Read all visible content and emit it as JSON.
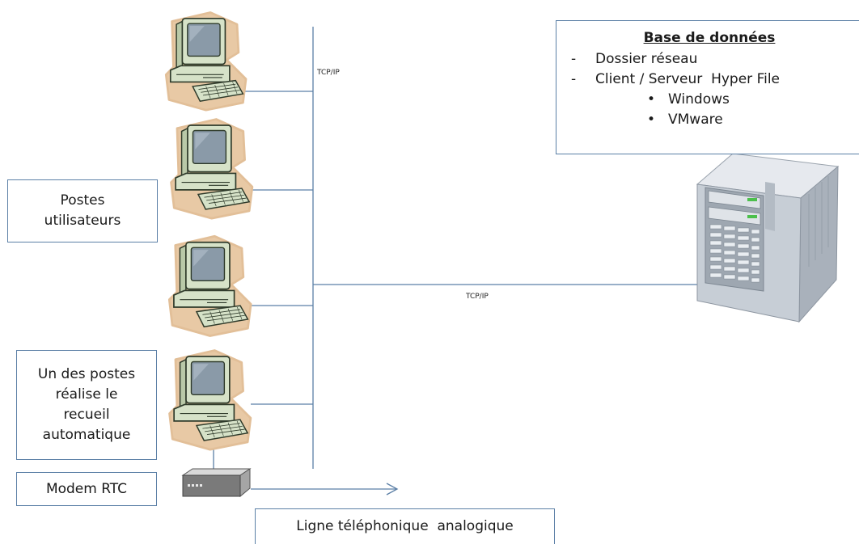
{
  "labels": {
    "users": [
      "Postes",
      "utilisateurs"
    ],
    "recueil": [
      "Un des postes",
      "réalise le",
      "recueil",
      "automatique"
    ],
    "modem": "Modem RTC",
    "ligne": "Ligne téléphonique  analogique",
    "tcp_top": "TCP/IP",
    "tcp_mid": "TCP/IP"
  },
  "database": {
    "title": "Base de données",
    "items": [
      {
        "marker": "-",
        "text": "Dossier réseau"
      },
      {
        "marker": "-",
        "text": "Client / Serveur  Hyper File"
      }
    ],
    "subitems": [
      {
        "marker": "•",
        "text": "Windows"
      },
      {
        "marker": "•",
        "text": "VMware"
      }
    ]
  },
  "icons": {
    "workstation": "desktop-computer-icon",
    "server": "server-tower-icon",
    "modem": "modem-icon"
  },
  "colors": {
    "line": "#5b7fa6",
    "halo": "#e8c9a5",
    "computer_body": "#d6e2c8",
    "computer_outline": "#2e3a2a",
    "screen": "#8a9aa8",
    "server_body": "#c7ced6"
  }
}
